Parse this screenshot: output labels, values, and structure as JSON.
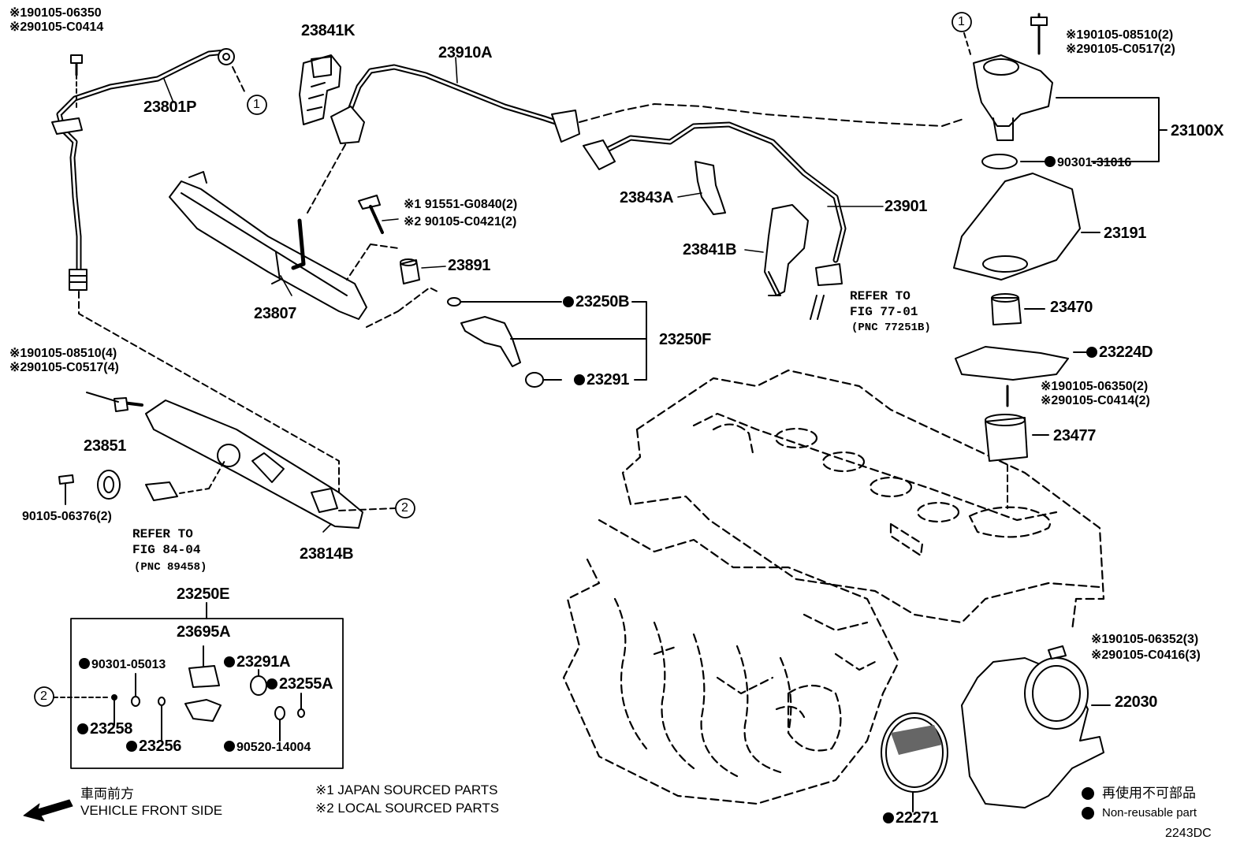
{
  "parts": {
    "p23801P": "23801P",
    "p23801P_n1": "※190105-06350",
    "p23801P_n2": "※290105-C0414",
    "p23841K": "23841K",
    "p23910A": "23910A",
    "p23100X": "23100X",
    "p23100X_n1": "※190105-08510(2)",
    "p23100X_n2": "※290105-C0517(2)",
    "p90301_31016": "90301-31016",
    "p23843A": "23843A",
    "p23901": "23901",
    "p23841B": "23841B",
    "p23191": "23191",
    "p23470": "23470",
    "p23224D": "23224D",
    "p23477_n1": "※190105-06350(2)",
    "p23477_n2": "※290105-C0414(2)",
    "p23477": "23477",
    "p23891_n1": "※1 91551-G0840(2)",
    "p23891_n2": "※2 90105-C0421(2)",
    "p23891": "23891",
    "p23807": "23807",
    "p23250B": "23250B",
    "p23250F": "23250F",
    "p23291": "23291",
    "p23814B_n1": "※190105-08510(4)",
    "p23814B_n2": "※290105-C0517(4)",
    "p23851": "23851",
    "p90105_06376": "90105-06376(2)",
    "p23814B": "23814B",
    "p23250E": "23250E",
    "p23695A": "23695A",
    "p90301_05013": "90301-05013",
    "p23291A": "23291A",
    "p23255A": "23255A",
    "p23258": "23258",
    "p23256": "23256",
    "p90520_14004": "90520-14004",
    "p22030_n1": "※190105-06352(3)",
    "p22030_n2": "※290105-C0416(3)",
    "p22030": "22030",
    "p22271": "22271"
  },
  "refs": {
    "fig77_l1": "REFER TO",
    "fig77_l2": "FIG 77-01",
    "fig77_l3": "(PNC 77251B)",
    "fig84_l1": "REFER TO",
    "fig84_l2": "FIG 84-04",
    "fig84_l3": "(PNC 89458)"
  },
  "callouts": {
    "one": "1",
    "two": "2"
  },
  "legend": {
    "front_jp": "車両前方",
    "front_en": "VEHICLE FRONT SIDE",
    "note1": "※1 JAPAN SOURCED PARTS",
    "note2": "※2 LOCAL SOURCED PARTS",
    "nonreuse_jp": "再使用不可部品",
    "nonreuse_en": "Non-reusable part",
    "figure_code": "2243DC"
  }
}
